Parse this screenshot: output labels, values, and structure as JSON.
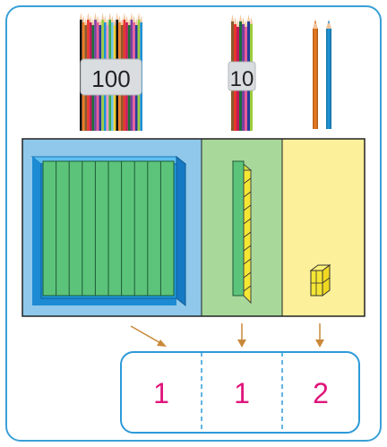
{
  "pencil_groups": [
    {
      "label": "100",
      "bundle_type": "hundred"
    },
    {
      "label": "10",
      "bundle_type": "ten"
    },
    {
      "label": "",
      "bundle_type": "ones",
      "count": 2
    }
  ],
  "place_value_mat": {
    "columns": [
      {
        "place": "hundreds",
        "color": "#8fc8ea",
        "block": "flat"
      },
      {
        "place": "tens",
        "color": "#a8d99a",
        "block": "rod"
      },
      {
        "place": "ones",
        "color": "#fdf09a",
        "block": "unit"
      }
    ]
  },
  "digits": [
    "1",
    "1",
    "2"
  ],
  "colors": {
    "frame": "#3aa0d8",
    "flat_blue": "#1f9be0",
    "green_block": "#5cc47a",
    "yellow_block": "#f5e634",
    "arrow": "#c9893a",
    "digit": "#e0157a",
    "digit_box": "#2d9ad8"
  },
  "icons": [
    "pencil-bundle-icon",
    "hundred-flat-icon",
    "ten-rod-icon",
    "unit-cube-icon",
    "down-arrow-icon"
  ]
}
